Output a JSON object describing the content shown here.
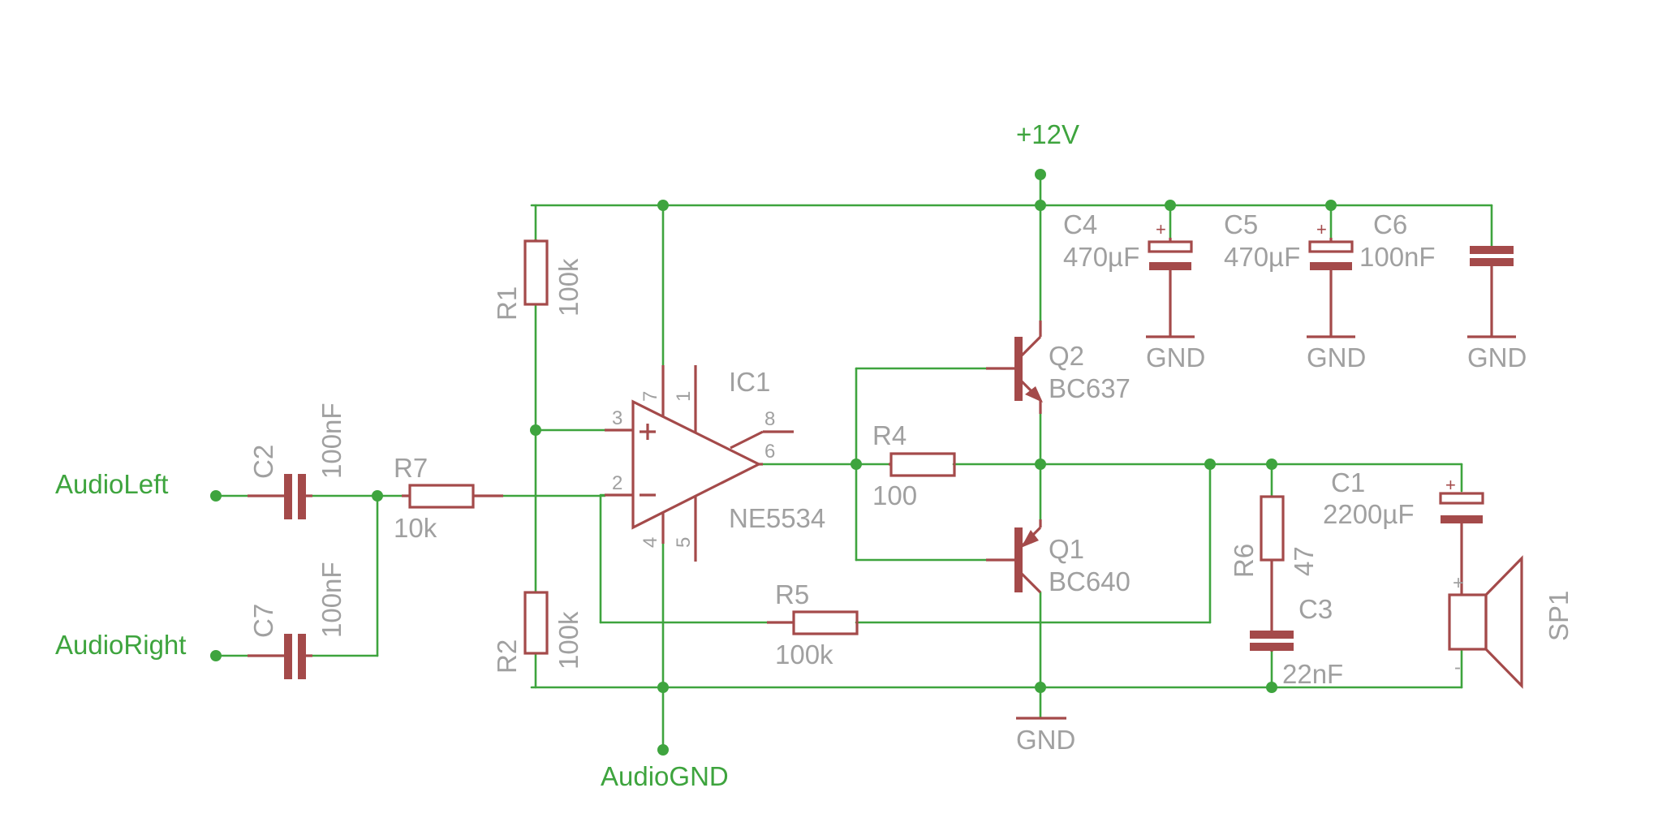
{
  "signals": {
    "audio_left": "AudioLeft",
    "audio_right": "AudioRight",
    "audio_gnd": "AudioGND",
    "supply": "+12V"
  },
  "components": {
    "c2": {
      "ref": "C2",
      "value": "100nF"
    },
    "c7": {
      "ref": "C7",
      "value": "100nF"
    },
    "r7": {
      "ref": "R7",
      "value": "10k"
    },
    "r1": {
      "ref": "R1",
      "value": "100k"
    },
    "r2": {
      "ref": "R2",
      "value": "100k"
    },
    "ic1": {
      "ref": "IC1",
      "value": "NE5534",
      "pins": {
        "p7": "7",
        "p1": "1",
        "p3": "3",
        "p2": "2",
        "p8": "8",
        "p6": "6",
        "p4": "4",
        "p5": "5"
      }
    },
    "r4": {
      "ref": "R4",
      "value": "100"
    },
    "r5": {
      "ref": "R5",
      "value": "100k"
    },
    "q2": {
      "ref": "Q2",
      "value": "BC637"
    },
    "q1": {
      "ref": "Q1",
      "value": "BC640"
    },
    "c4": {
      "ref": "C4",
      "value": "470µF"
    },
    "c5": {
      "ref": "C5",
      "value": "470µF"
    },
    "c6": {
      "ref": "C6",
      "value": "100nF"
    },
    "r6": {
      "ref": "R6",
      "value": "47"
    },
    "c3": {
      "ref": "C3",
      "value": "22nF"
    },
    "c1": {
      "ref": "C1",
      "value": "2200µF"
    },
    "sp1": {
      "ref": "SP1",
      "plus": "+",
      "minus": "-"
    }
  },
  "gnd_labels": {
    "c4_gnd": "GND",
    "c5_gnd": "GND",
    "c6_gnd": "GND",
    "main_gnd": "GND"
  },
  "polarity_mark": "+",
  "colors": {
    "wire": "#3ea43e",
    "part": "#a44a4a",
    "label": "#a0a0a0"
  }
}
